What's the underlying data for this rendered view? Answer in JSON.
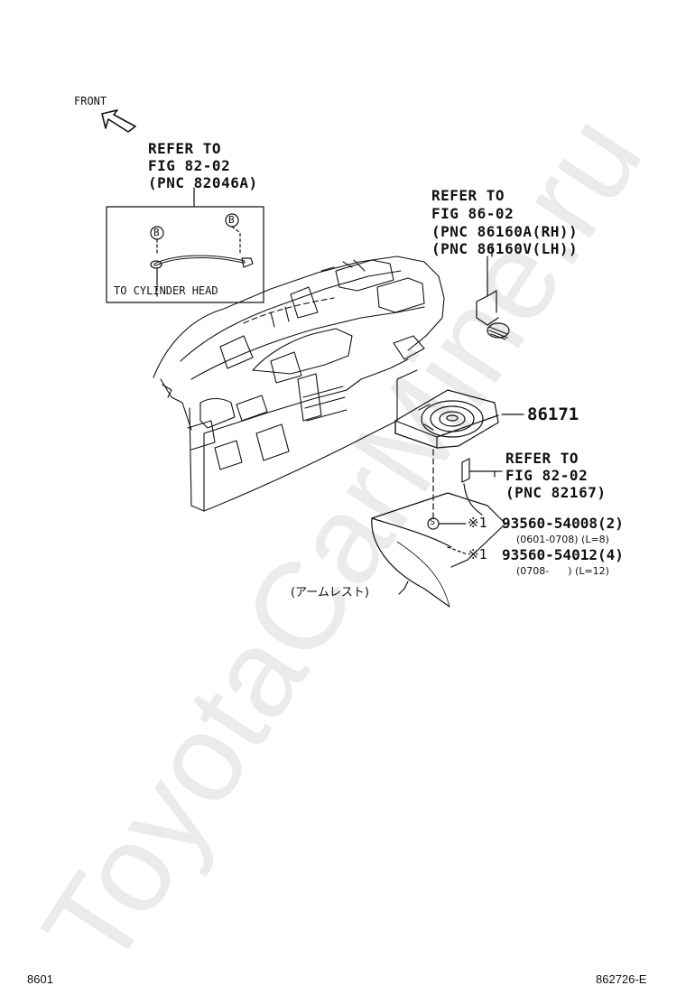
{
  "front_label": "FRONT",
  "refer_1": [
    "REFER TO",
    "FIG 82-02",
    "(PNC 82046A)"
  ],
  "refer_2": [
    "REFER TO",
    "FIG 86-02",
    "(PNC 86160A(RH))",
    "(PNC 86160V(LH))"
  ],
  "refer_3": [
    "REFER TO",
    "FIG 82-02",
    "(PNC 82167)"
  ],
  "inset_caption": "TO CYLINDER HEAD",
  "callout_b": "B",
  "callout_s": "S",
  "part_speaker": "86171",
  "screws": [
    {
      "mark": "※1",
      "part": "93560-54008(2)",
      "range": "(0601-0708) (L=8)"
    },
    {
      "mark": "※1",
      "part": "93560-54012(4)",
      "range": "(0708-      ) (L=12)"
    }
  ],
  "armrest_label": "(アームレスト)",
  "page_number": "8601",
  "figure_id": "862726-E",
  "watermark": "ToyotaCarMine.ru"
}
